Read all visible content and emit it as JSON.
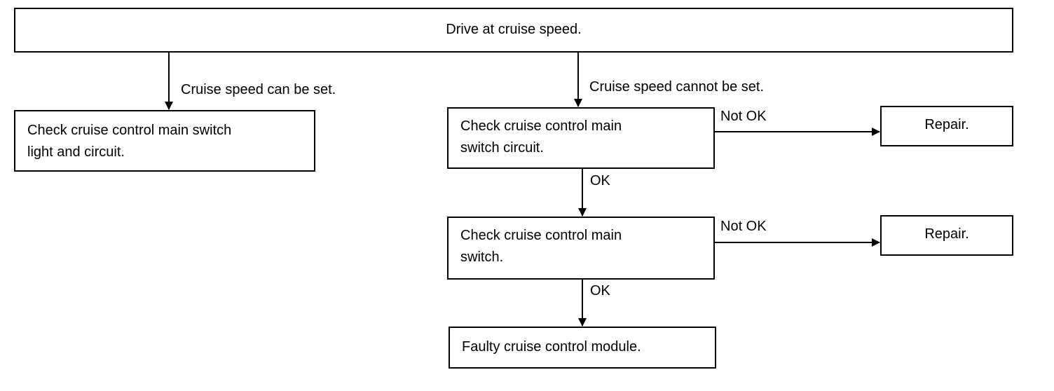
{
  "boxes": {
    "drive": "Drive at cruise speed.",
    "light_line1": "Check cruise control main switch",
    "light_line2": "light and circuit.",
    "circuit_line1": "Check cruise control main",
    "circuit_line2": "switch circuit.",
    "repair_1": "Repair.",
    "switch_line1": "Check cruise control main",
    "switch_line2": "switch.",
    "repair_2": "Repair.",
    "module": "Faulty cruise control module."
  },
  "labels": {
    "can_set": "Cruise speed can be set.",
    "cannot_set": "Cruise speed cannot be set.",
    "not_ok_1": "Not OK",
    "ok_1": "OK",
    "not_ok_2": "Not OK",
    "ok_2": "OK"
  }
}
